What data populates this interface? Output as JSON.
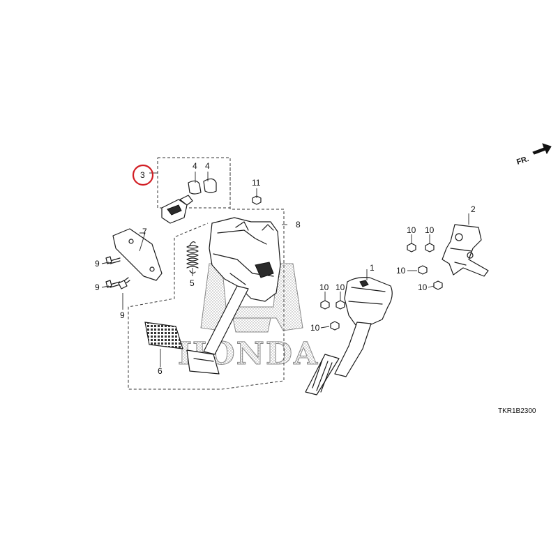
{
  "diagram": {
    "diagram_code": "TKR1B2300",
    "direction_label": "FR.",
    "watermark": "HONDA",
    "highlight_color": "#d21e24",
    "highlighted_callout": "3",
    "callouts": {
      "c1": "1",
      "c2": "2",
      "c3": "3",
      "c4a": "4",
      "c4b": "4",
      "c5": "5",
      "c6": "6",
      "c7": "7",
      "c8": "8",
      "c9a": "9",
      "c9b": "9",
      "c9c": "9",
      "c10a": "10",
      "c10b": "10",
      "c10c": "10",
      "c10d": "10",
      "c10e": "10",
      "c10f": "10",
      "c10g": "10",
      "c11": "11"
    }
  }
}
